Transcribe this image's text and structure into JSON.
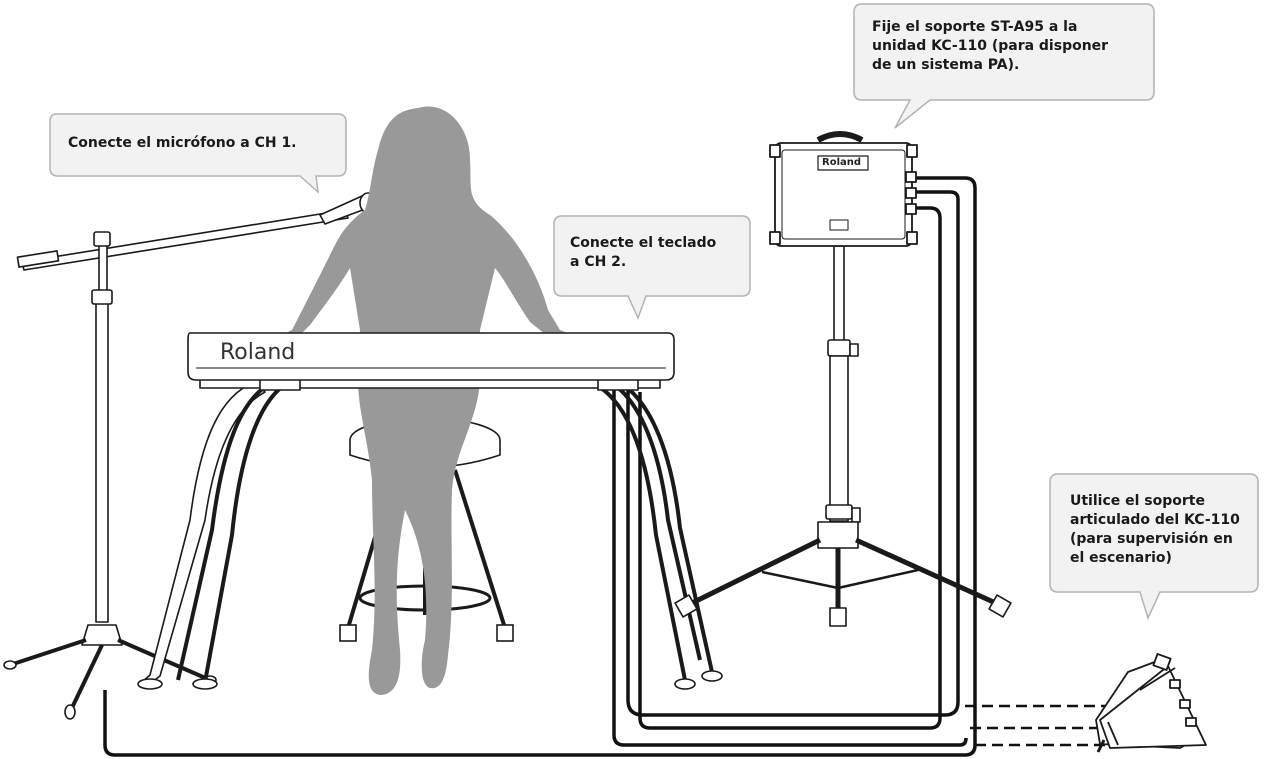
{
  "callouts": {
    "mic": "Conecte el micrófono a CH 1.",
    "keyboard": "Conecte el teclado\na CH 2.",
    "stand": "Fije el soporte ST-A95 a la\nunidad KC-110 (para disponer\nde un sistema PA).",
    "tilt": "Utilice el soporte\narticulado del KC-110\n(para supervisión en\nel escenario)"
  },
  "brands": {
    "keyboard": "Roland",
    "amp": "Roland"
  },
  "colors": {
    "silhouette": "#999999",
    "bubble_fill": "#f2f2f2",
    "bubble_stroke": "#b3b3b3",
    "line_art": "#1a1a1a",
    "cable": "#111111"
  }
}
